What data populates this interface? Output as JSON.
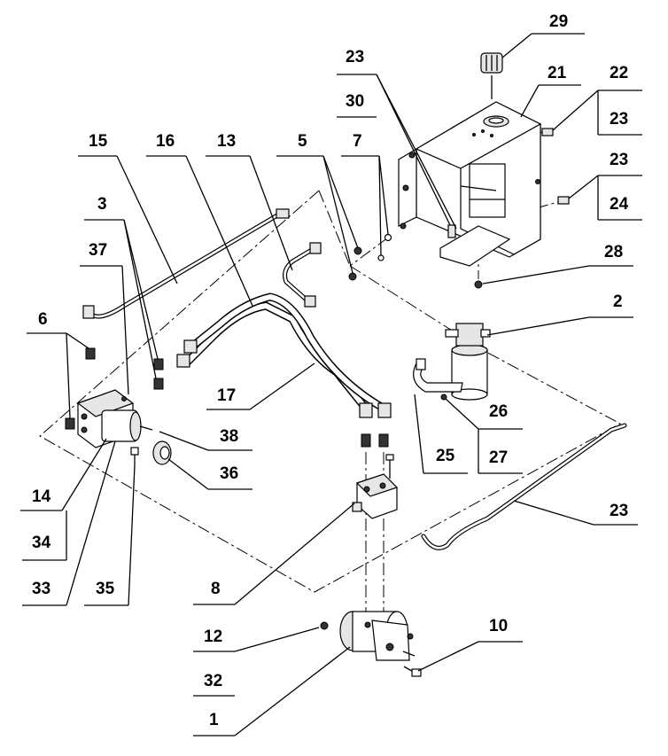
{
  "callouts": [
    {
      "id": "c29",
      "text": "29"
    },
    {
      "id": "c23a",
      "text": "23"
    },
    {
      "id": "c30",
      "text": "30"
    },
    {
      "id": "c21",
      "text": "21"
    },
    {
      "id": "c22",
      "text": "22"
    },
    {
      "id": "c23b",
      "text": "23"
    },
    {
      "id": "c23c",
      "text": "23"
    },
    {
      "id": "c24",
      "text": "24"
    },
    {
      "id": "c15",
      "text": "15"
    },
    {
      "id": "c16",
      "text": "16"
    },
    {
      "id": "c13",
      "text": "13"
    },
    {
      "id": "c5",
      "text": "5"
    },
    {
      "id": "c7",
      "text": "7"
    },
    {
      "id": "c28",
      "text": "28"
    },
    {
      "id": "c3",
      "text": "3"
    },
    {
      "id": "c37",
      "text": "37"
    },
    {
      "id": "c2",
      "text": "2"
    },
    {
      "id": "c6",
      "text": "6"
    },
    {
      "id": "c17",
      "text": "17"
    },
    {
      "id": "c26",
      "text": "26"
    },
    {
      "id": "c38",
      "text": "38"
    },
    {
      "id": "c36",
      "text": "36"
    },
    {
      "id": "c25",
      "text": "25"
    },
    {
      "id": "c27",
      "text": "27"
    },
    {
      "id": "c23d",
      "text": "23"
    },
    {
      "id": "c14",
      "text": "14"
    },
    {
      "id": "c34",
      "text": "34"
    },
    {
      "id": "c8",
      "text": "8"
    },
    {
      "id": "c33",
      "text": "33"
    },
    {
      "id": "c35",
      "text": "35"
    },
    {
      "id": "c12",
      "text": "12"
    },
    {
      "id": "c10",
      "text": "10"
    },
    {
      "id": "c32",
      "text": "32"
    },
    {
      "id": "c1",
      "text": "1"
    }
  ]
}
